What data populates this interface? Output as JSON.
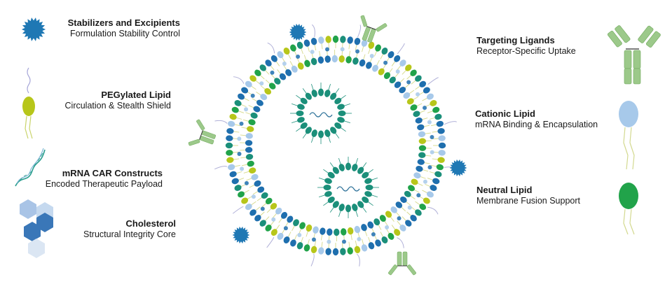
{
  "legend_left": [
    {
      "title": "Stabilizers and Excipients",
      "subtitle": "Formulation Stability Control",
      "icon": "starburst-icon"
    },
    {
      "title": "PEGylated Lipid",
      "subtitle": "Circulation & Stealth Shield",
      "icon": "peg-lipid-icon"
    },
    {
      "title": "mRNA CAR Constructs",
      "subtitle": "Encoded Therapeutic Payload",
      "icon": "mrna-icon"
    },
    {
      "title": "Cholesterol",
      "subtitle": "Structural Integrity Core",
      "icon": "cholesterol-icon"
    }
  ],
  "legend_right": [
    {
      "title": "Targeting Ligands",
      "subtitle": "Receptor-Specific Uptake",
      "icon": "antibody-icon"
    },
    {
      "title": "Cationic Lipid",
      "subtitle": "mRNA Binding & Encapsulation",
      "icon": "cationic-lipid-icon"
    },
    {
      "title": "Neutral Lipid",
      "subtitle": "Membrane Fusion Support",
      "icon": "neutral-lipid-icon"
    }
  ],
  "colors": {
    "blue": "#1f6fae",
    "light_blue": "#a7c9ea",
    "lime": "#b7c61a",
    "green": "#21a34a",
    "teal": "#1b8f7a",
    "antibody": "#9cc98a",
    "star": "#1f78b4",
    "hexagon_dark": "#3a77b8",
    "hexagon_light": "#c5d9ef"
  }
}
